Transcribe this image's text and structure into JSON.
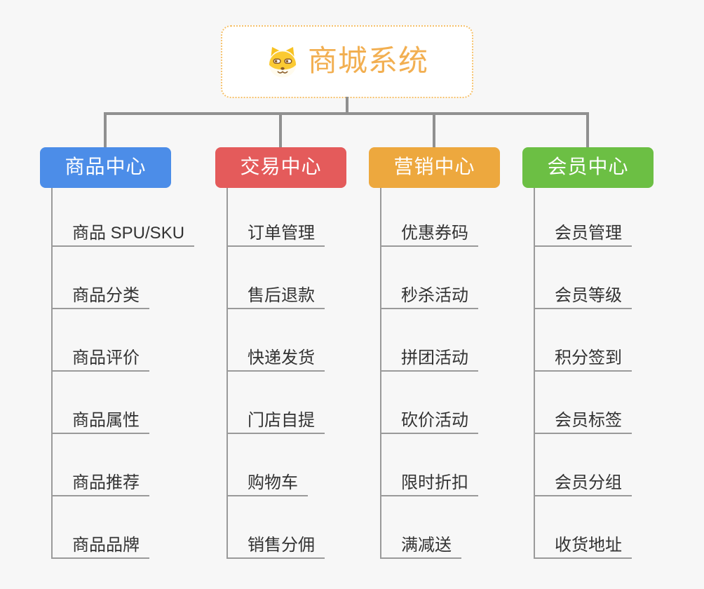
{
  "canvas": {
    "background_color": "#F7F7F7",
    "connector_color": "#909090",
    "underline_color": "#9A9A9A",
    "item_text_color": "#333333"
  },
  "root": {
    "title": "商城系统",
    "icon": "doge-icon",
    "text_color": "#F2AF51",
    "border_color": "#F6C16A",
    "background_color": "#FFFFFF"
  },
  "branches": [
    {
      "label": "商品中心",
      "color": "#4C8DE8",
      "items": [
        "商品 SPU/SKU",
        "商品分类",
        "商品评价",
        "商品属性",
        "商品推荐",
        "商品品牌"
      ]
    },
    {
      "label": "交易中心",
      "color": "#E45B5B",
      "items": [
        "订单管理",
        "售后退款",
        "快递发货",
        "门店自提",
        "购物车",
        "销售分佣"
      ]
    },
    {
      "label": "营销中心",
      "color": "#EDA83E",
      "items": [
        "优惠券码",
        "秒杀活动",
        "拼团活动",
        "砍价活动",
        "限时折扣",
        "满减送"
      ]
    },
    {
      "label": "会员中心",
      "color": "#6CBF44",
      "items": [
        "会员管理",
        "会员等级",
        "积分签到",
        "会员标签",
        "会员分组",
        "收货地址"
      ]
    }
  ]
}
